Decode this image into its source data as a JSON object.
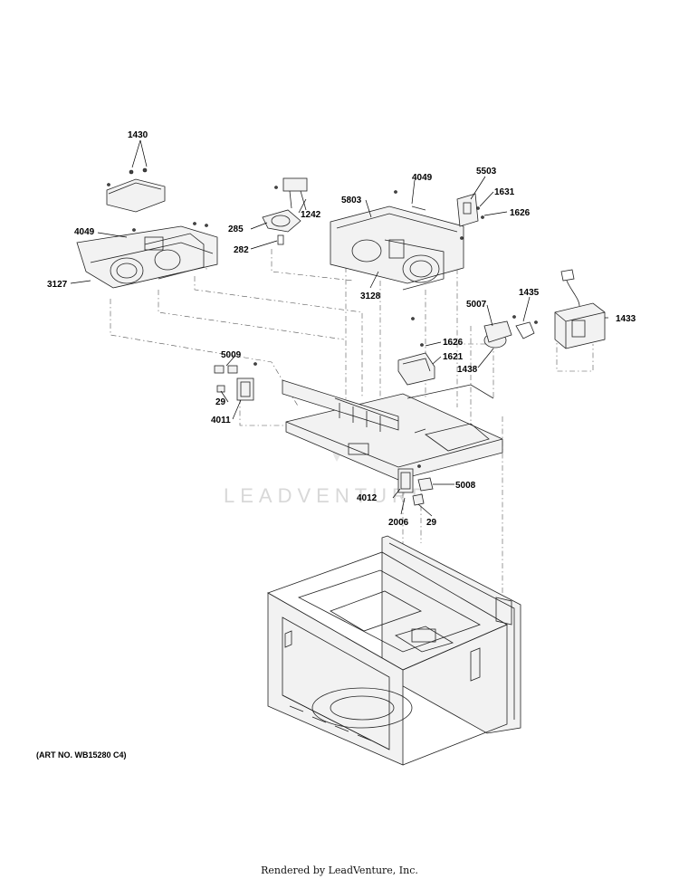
{
  "callouts": [
    {
      "id": "1430",
      "text": "1430"
    },
    {
      "id": "4049a",
      "text": "4049"
    },
    {
      "id": "3127",
      "text": "3127"
    },
    {
      "id": "285",
      "text": "285"
    },
    {
      "id": "1242",
      "text": "1242"
    },
    {
      "id": "282",
      "text": "282"
    },
    {
      "id": "4049b",
      "text": "4049"
    },
    {
      "id": "5503",
      "text": "5503"
    },
    {
      "id": "5803",
      "text": "5803"
    },
    {
      "id": "1631",
      "text": "1631"
    },
    {
      "id": "1626a",
      "text": "1626"
    },
    {
      "id": "3128",
      "text": "3128"
    },
    {
      "id": "5007",
      "text": "5007"
    },
    {
      "id": "1435",
      "text": "1435"
    },
    {
      "id": "1433",
      "text": "1433"
    },
    {
      "id": "1626b",
      "text": "1626"
    },
    {
      "id": "1621",
      "text": "1621"
    },
    {
      "id": "1438",
      "text": "1438"
    },
    {
      "id": "5009",
      "text": "5009"
    },
    {
      "id": "29a",
      "text": "29"
    },
    {
      "id": "4011",
      "text": "4011"
    },
    {
      "id": "5008",
      "text": "5008"
    },
    {
      "id": "4012",
      "text": "4012"
    },
    {
      "id": "2006",
      "text": "2006"
    },
    {
      "id": "29b",
      "text": "29"
    }
  ],
  "watermark": "LEADVENTURE",
  "art_note": "(ART NO. WB15280 C4)",
  "footer": "Rendered by LeadVenture, Inc."
}
